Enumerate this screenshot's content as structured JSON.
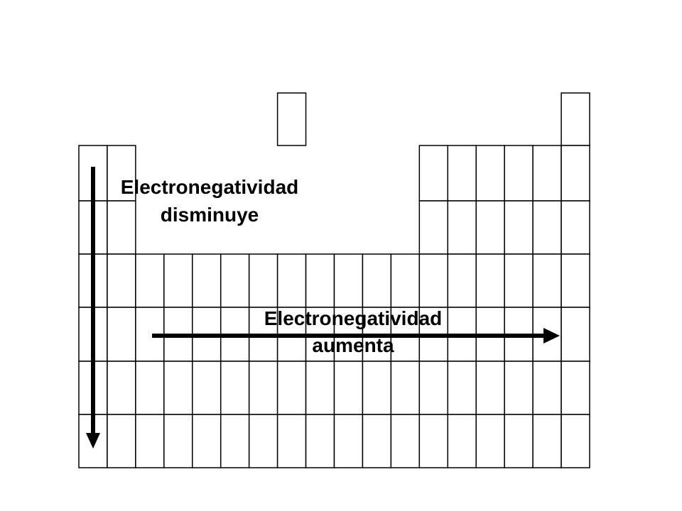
{
  "annotations": {
    "vertical_line1": "Electronegatividad",
    "vertical_line2": "disminuye",
    "horizontal_line1": "Electronegatividad",
    "horizontal_line2": "aumenta"
  },
  "table": {
    "columns": 18,
    "rows": 6,
    "top_cell_columns": [
      8,
      18
    ]
  },
  "colors": {
    "line": "#000000",
    "background": "#ffffff"
  }
}
